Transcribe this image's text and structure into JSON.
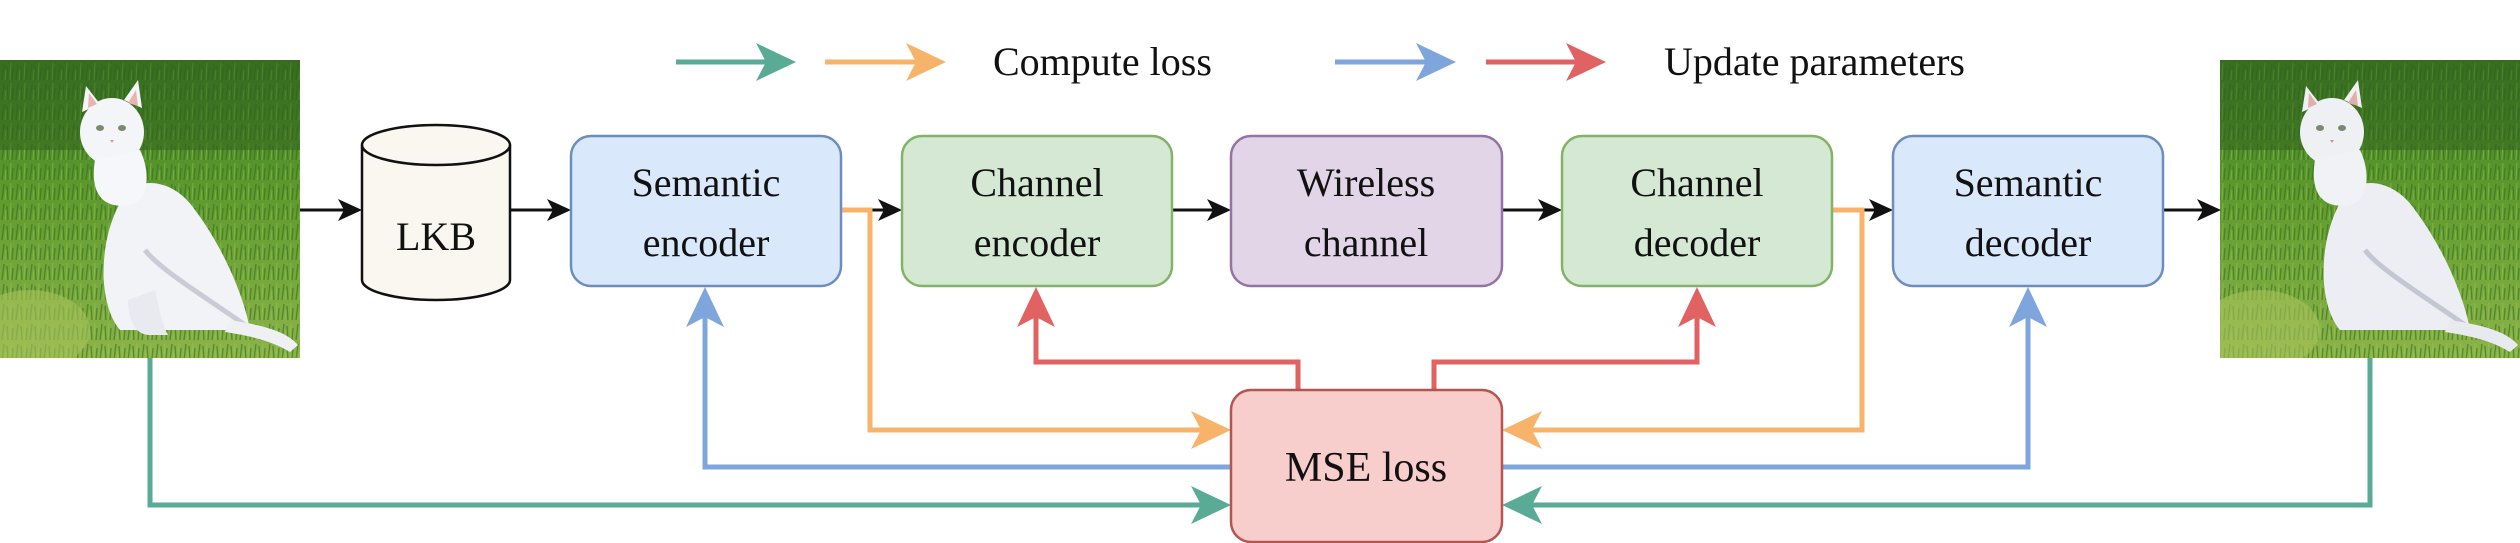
{
  "legend": {
    "compute_loss_label": "Compute loss",
    "update_parameters_label": "Update parameters"
  },
  "colors": {
    "teal": "#5aab96",
    "orange": "#f8b36a",
    "blue": "#7ea6dc",
    "red": "#e06262",
    "arrow_black": "#111111",
    "semantic_fill": "#dae8fc",
    "semantic_stroke": "#6c8ebf",
    "channel_fill": "#d5e8d4",
    "channel_stroke": "#82b366",
    "wireless_fill": "#e1d5e7",
    "wireless_stroke": "#9673a6",
    "loss_fill": "#f8cecc",
    "loss_stroke": "#b85450",
    "lkb_fill": "#f9f7ef"
  },
  "images": {
    "input_image": "white cat on grass (input)",
    "output_image": "white cat on grass (reconstructed)"
  },
  "nodes": {
    "lkb": "LKB",
    "semantic_encoder": [
      "Semantic",
      "encoder"
    ],
    "channel_encoder": [
      "Channel",
      "encoder"
    ],
    "wireless_channel": [
      "Wireless",
      "channel"
    ],
    "channel_decoder": [
      "Channel",
      "decoder"
    ],
    "semantic_decoder": [
      "Semantic",
      "decoder"
    ],
    "mse_loss": "MSE loss"
  }
}
